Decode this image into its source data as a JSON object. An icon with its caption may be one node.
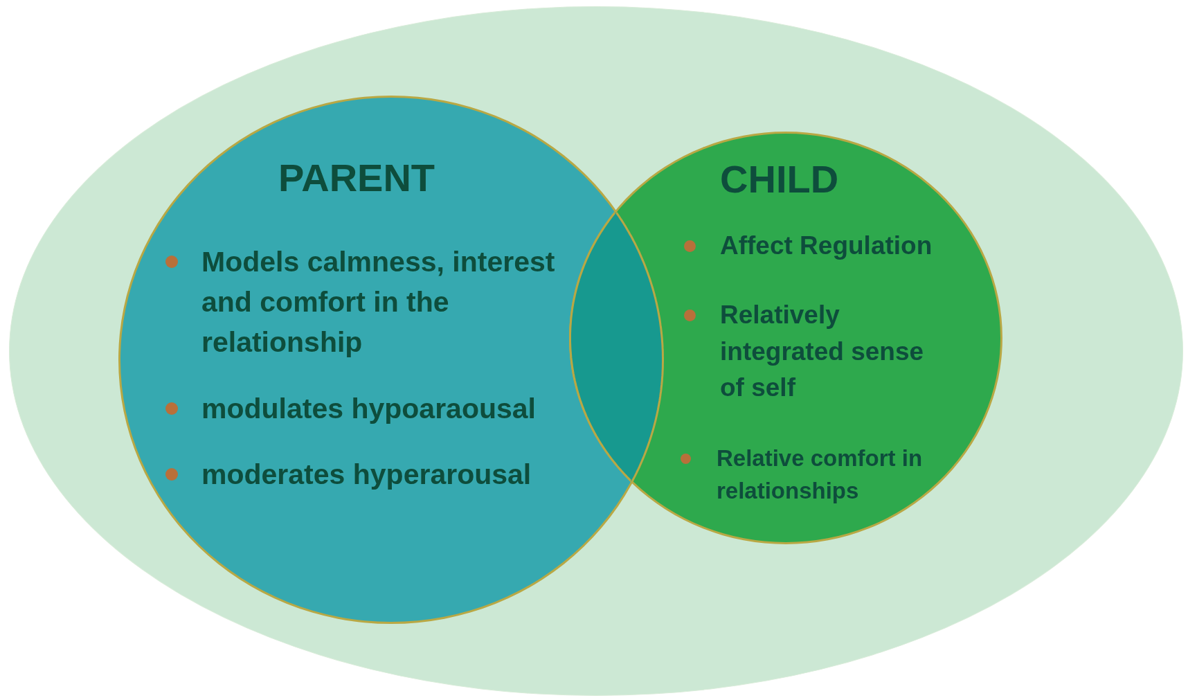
{
  "diagram": {
    "nodes": [
      {
        "text": [],
        "shape": "ellipse"
      },
      {
        "text": [
          "PARENT",
          "Models calmness, interest and comfort in the relationship",
          "modulates hypoaraousal",
          "moderates hyperarousal"
        ],
        "in": 0
      },
      {
        "text": [
          "CHILD",
          "Affect Regulation",
          "Relatively integrated sense of self",
          "Relative comfort in relationships"
        ],
        "in": 0
      }
    ],
    "edges": []
  }
}
